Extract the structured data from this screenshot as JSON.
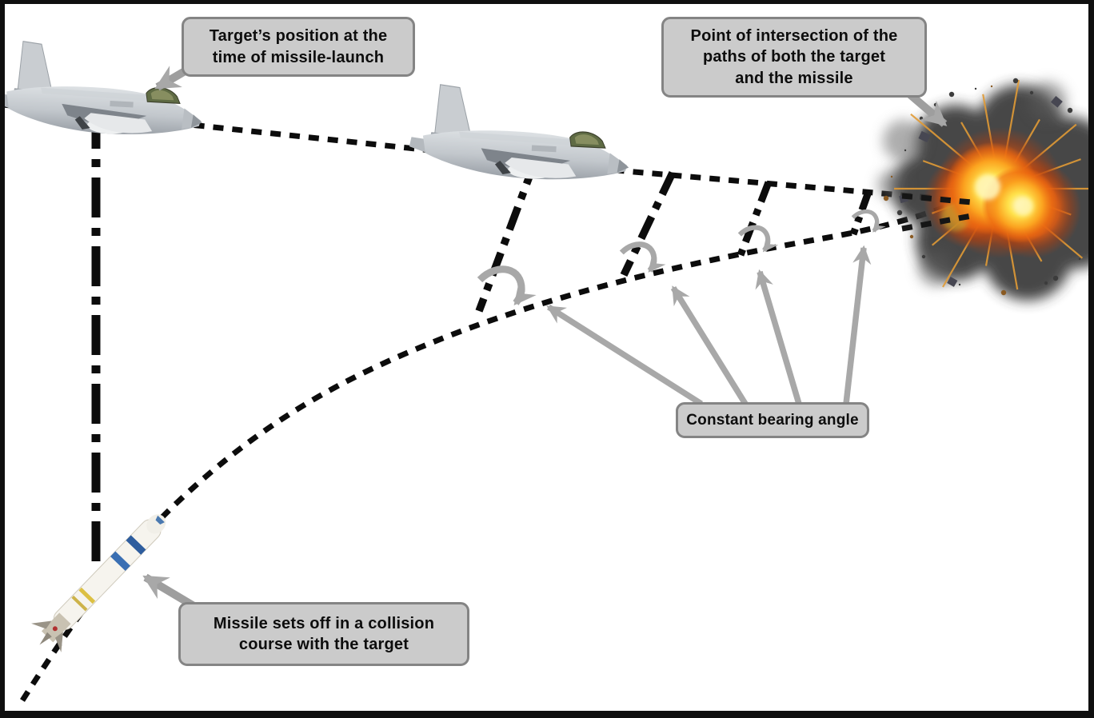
{
  "diagram": {
    "subject": "constant-bearing missile guidance",
    "callouts": {
      "target_position": {
        "lines": [
          "Target’s position at the",
          "time of missile-launch"
        ]
      },
      "intersection_point": {
        "lines": [
          "Point of intersection of the",
          "paths of both the target",
          "and the missile"
        ]
      },
      "constant_bearing": {
        "lines": [
          "Constant bearing angle"
        ]
      },
      "missile_launch": {
        "lines": [
          "Missile sets off in a collision",
          "course with the target"
        ]
      }
    },
    "figures": {
      "target_jet_initial": "fighter-jet",
      "target_jet_later": "fighter-jet",
      "missile": "missile",
      "explosion": "explosion"
    },
    "colors": {
      "callout_fill": "#cbcbcb",
      "callout_border": "#848484",
      "callout_text": "#0d0d0d",
      "arrow_gray": "#a8a8a8",
      "line_black": "#0c0c0c",
      "frame": "#0f0f0f",
      "background": "#ffffff",
      "fire_core": "#ffe14a",
      "fire_mid": "#f6921e",
      "smoke": "#3a3a3a"
    }
  }
}
